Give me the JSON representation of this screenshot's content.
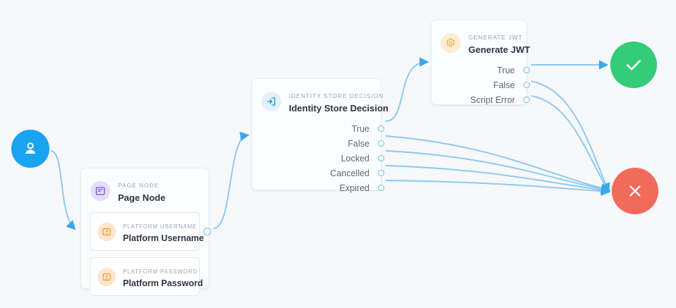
{
  "canvas": {
    "background_color": "#f7f8fa",
    "edge_color": "#84c6f0",
    "connector_color": "#6cb9ec"
  },
  "terminals": {
    "start": {
      "name": "Start",
      "icon": "user-icon",
      "color": "#1aa3f0"
    },
    "success": {
      "name": "Success",
      "icon": "check-icon",
      "color": "#33cc77"
    },
    "failure": {
      "name": "Failure",
      "icon": "close-icon",
      "color": "#f26a5a"
    }
  },
  "nodes": {
    "page": {
      "kicker": "PAGE NODE",
      "title": "Page Node",
      "icon": "page-node-icon",
      "icon_color": "#7b51d8",
      "badge_color": "#e5defa",
      "fields": [
        {
          "kicker": "PLATFORM USERNAME",
          "title": "Platform Username",
          "icon": "id-card-icon",
          "icon_color": "#f2952e"
        },
        {
          "kicker": "PLATFORM PASSWORD",
          "title": "Platform Password",
          "icon": "id-card-icon",
          "icon_color": "#f2952e"
        }
      ]
    },
    "decision": {
      "kicker": "IDENTITY STORE DECISION",
      "title": "Identity Store Decision",
      "icon": "login-arrow-icon",
      "icon_color": "#2a8fc9",
      "badge_color": "#e3f1fb",
      "outcomes": [
        {
          "label": "True"
        },
        {
          "label": "False"
        },
        {
          "label": "Locked"
        },
        {
          "label": "Cancelled"
        },
        {
          "label": "Expired"
        }
      ]
    },
    "jwt": {
      "kicker": "GENERATE JWT",
      "title": "Generate JWT",
      "icon": "gear-icon",
      "icon_color": "#f5b33c",
      "badge_color": "#fdecd6",
      "outcomes": [
        {
          "label": "True"
        },
        {
          "label": "False"
        },
        {
          "label": "Script Error"
        }
      ]
    }
  }
}
